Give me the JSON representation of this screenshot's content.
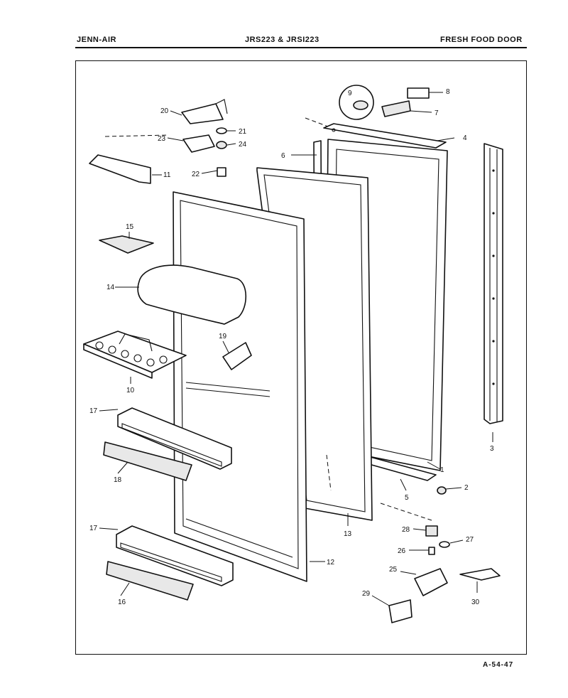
{
  "header": {
    "brand": "JENN-AIR",
    "model": "JRS223 & JRSI223",
    "section": "FRESH FOOD DOOR"
  },
  "footer": {
    "code": "A-54-47"
  },
  "callouts": [
    "1",
    "2",
    "3",
    "4",
    "5",
    "6",
    "7",
    "8",
    "9",
    "10",
    "11",
    "12",
    "13",
    "14",
    "15",
    "16",
    "17",
    "17",
    "18",
    "19",
    "20",
    "21",
    "22",
    "23",
    "24",
    "25",
    "26",
    "27",
    "28",
    "29",
    "30"
  ]
}
